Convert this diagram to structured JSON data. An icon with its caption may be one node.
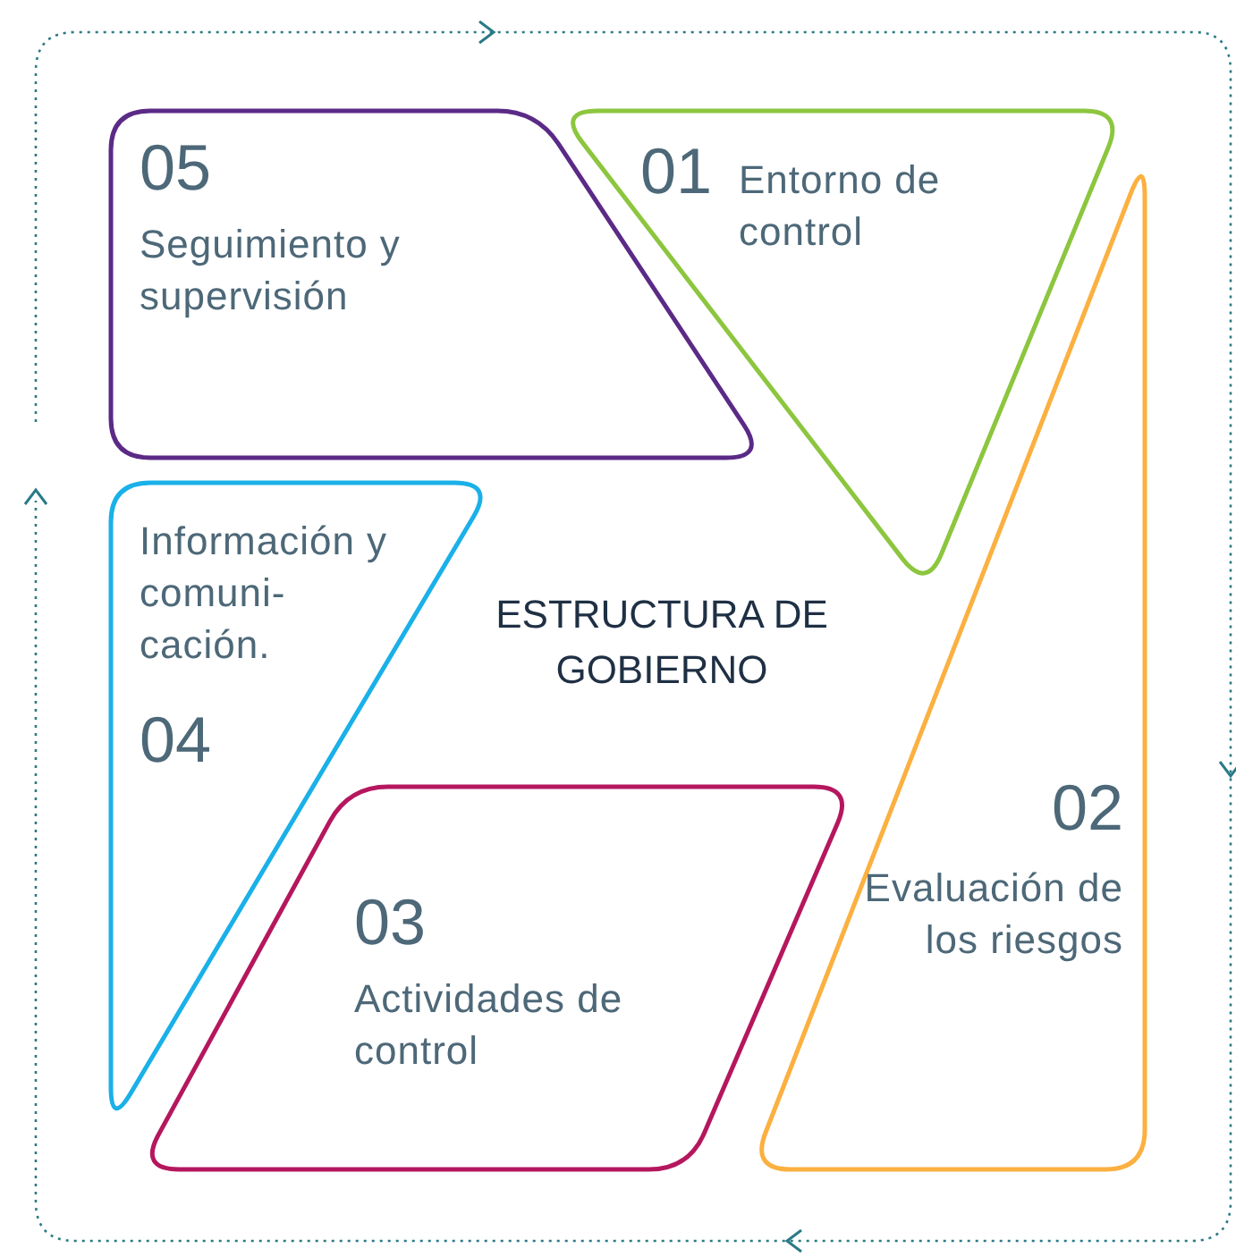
{
  "diagram": {
    "nodes": [
      {
        "text": [
          "05",
          "Seguimiento y supervisión"
        ]
      },
      {
        "text": [
          "01",
          "Entorno de control"
        ]
      },
      {
        "text": [
          "Información y comuni- cación.",
          "04"
        ]
      },
      {
        "text": [
          "02",
          "Evaluación de los riesgos"
        ]
      },
      {
        "text": [
          "03",
          "Actividades de control"
        ]
      }
    ],
    "labels": [
      "ESTRUCTURA DE GOBIERNO"
    ]
  }
}
